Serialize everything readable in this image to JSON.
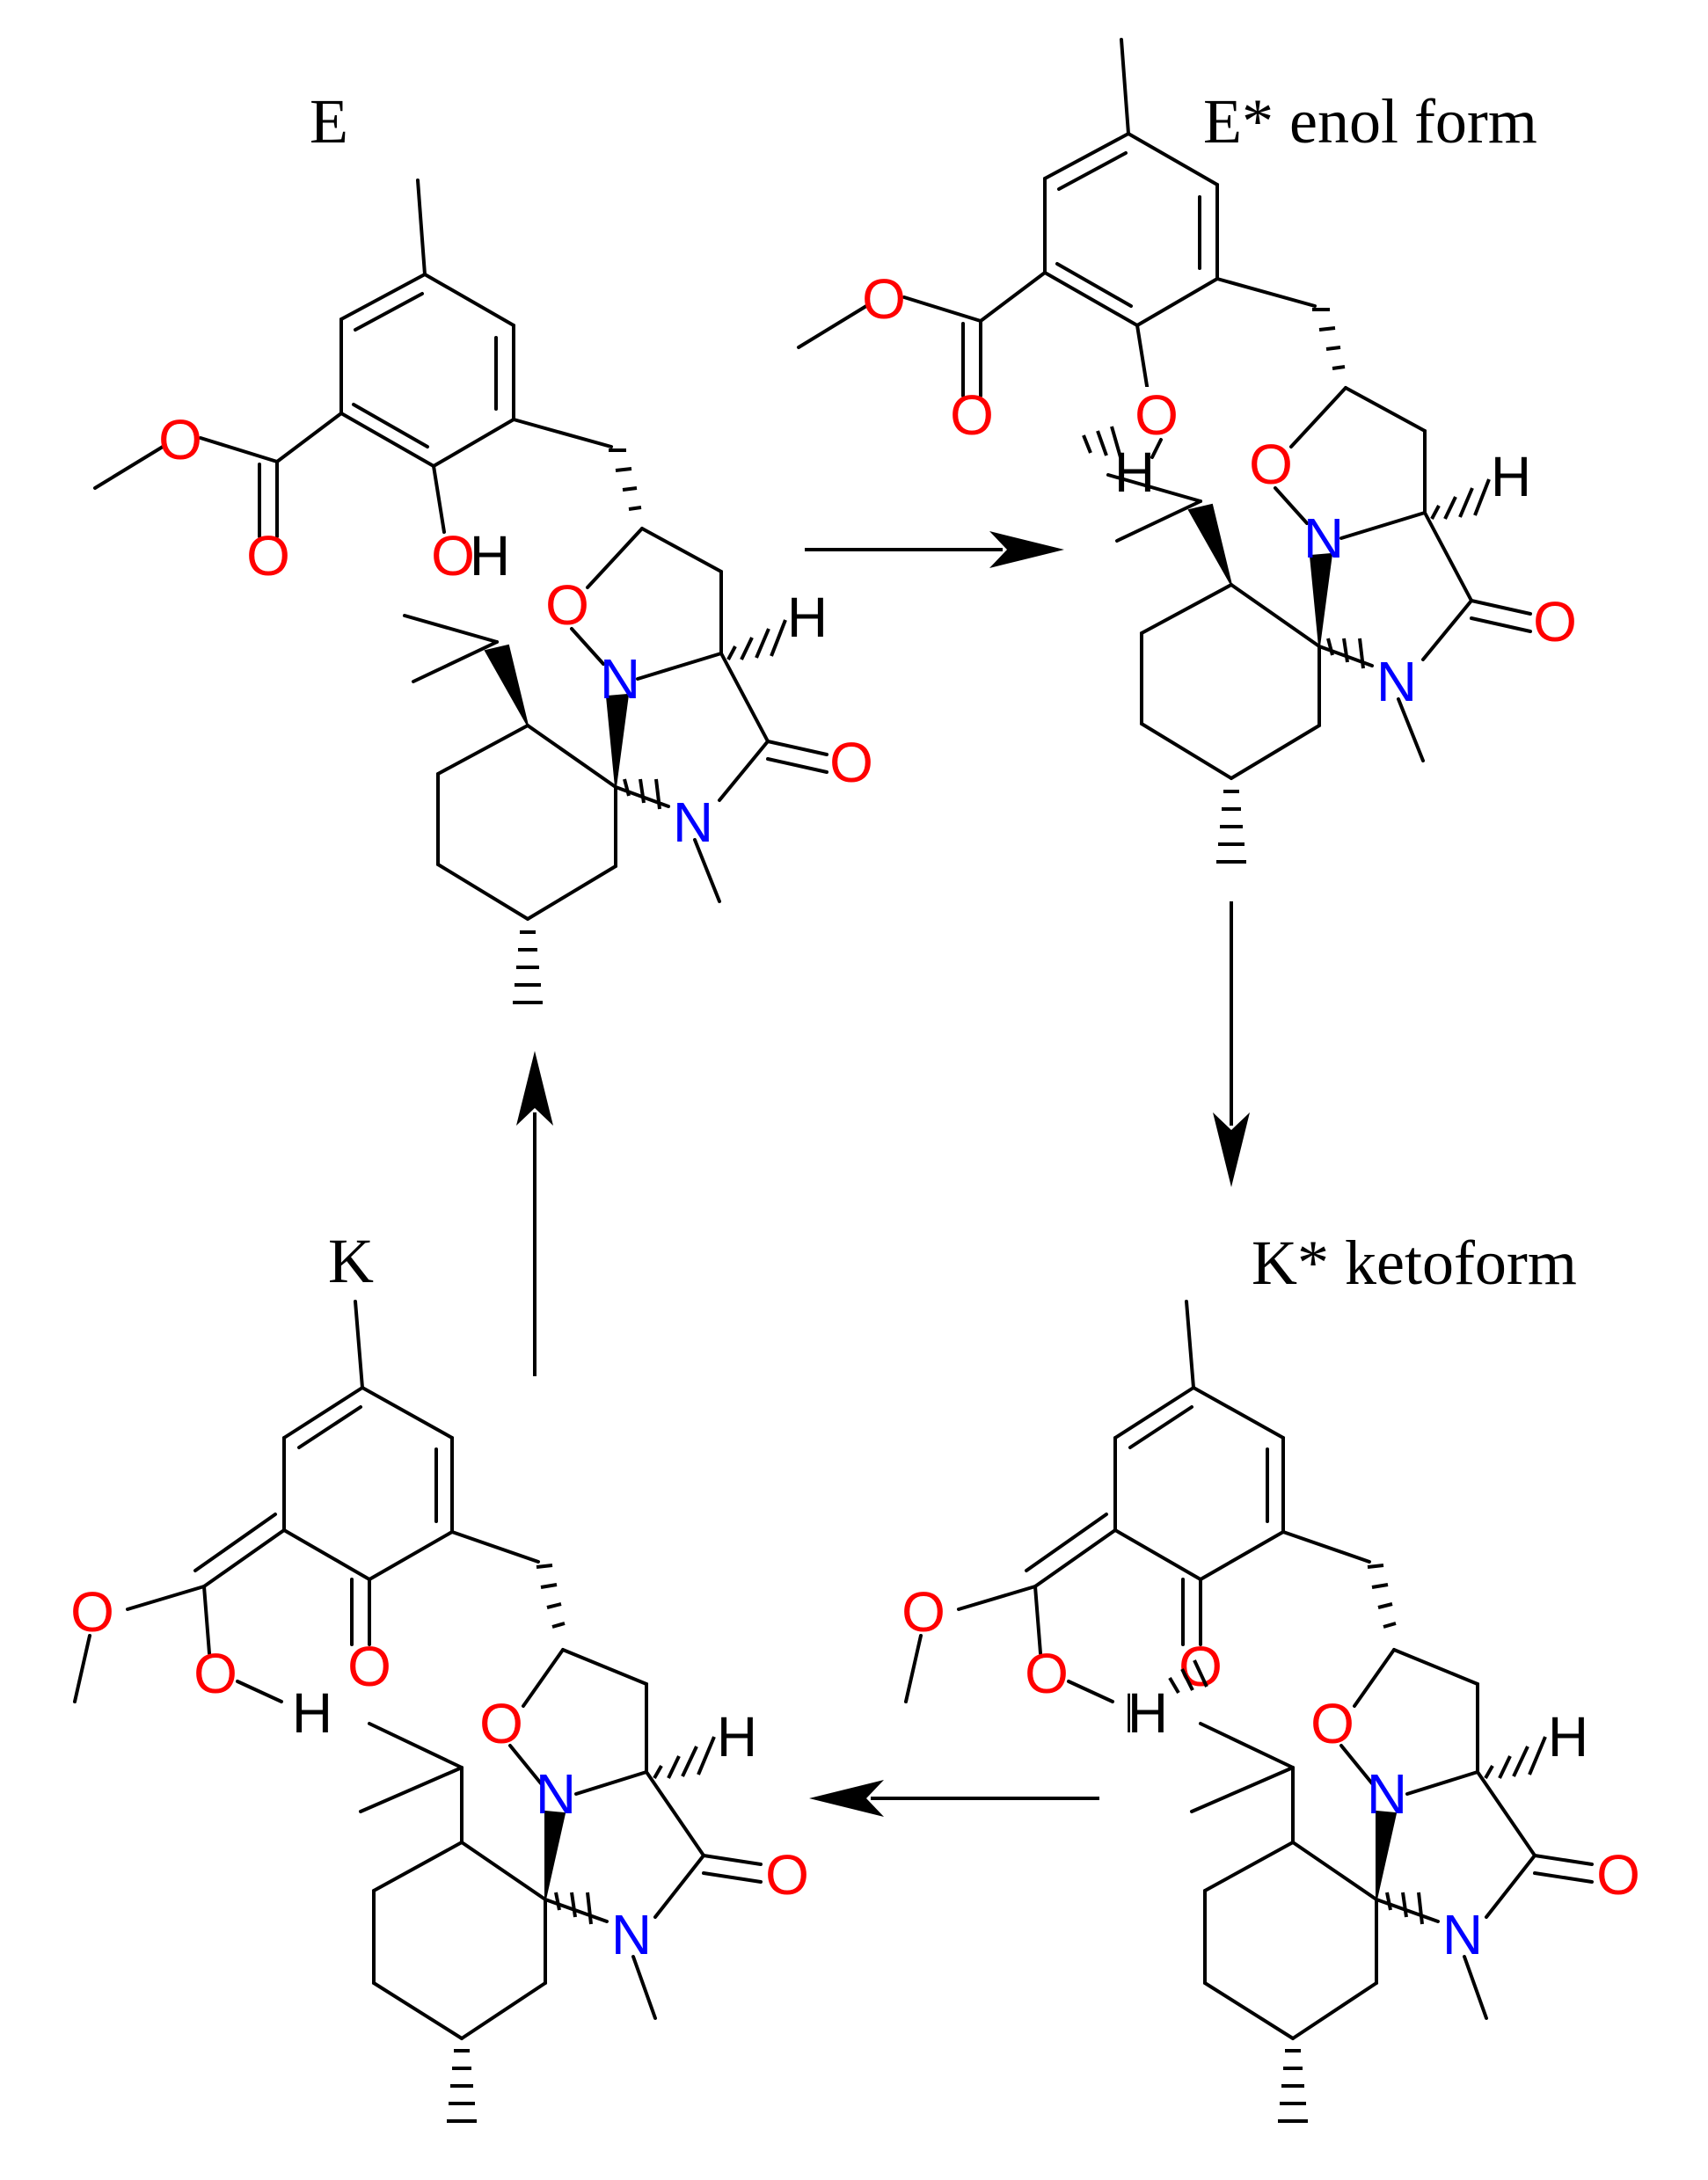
{
  "labels": {
    "e": "E",
    "e_star": "E* enol form",
    "k_star": "K* ketoform",
    "k": "K"
  },
  "atoms": {
    "oxygen": "O",
    "nitrogen": "N",
    "hydrogen": "H",
    "hydroxyl": "OH"
  },
  "colors": {
    "oxygen": "#ff0000",
    "nitrogen": "#0000ff",
    "hydrogen": "#000000",
    "bond": "#000000"
  },
  "reaction_cycle": [
    "E",
    "E* enol form",
    "K* ketoform",
    "K"
  ]
}
